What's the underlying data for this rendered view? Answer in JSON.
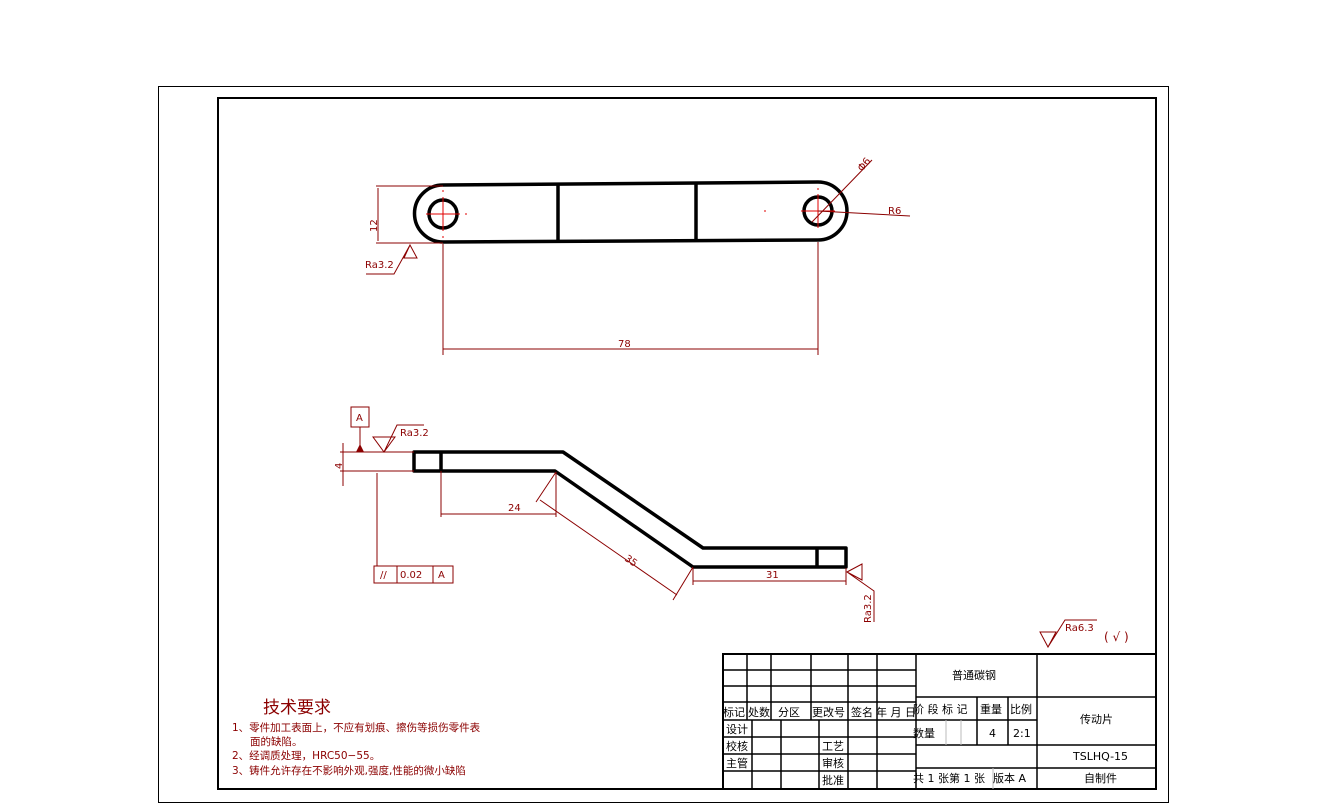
{
  "colors": {
    "dimension": "#8b0000",
    "centerline": "#e00000",
    "outline": "#000000"
  },
  "top_view": {
    "dim_width": "12",
    "dim_length": "78",
    "dim_hole": "Φ6",
    "dim_radius": "R6",
    "roughness": "Ra3.2"
  },
  "side_view": {
    "datum": "A",
    "roughness_top": "Ra3.2",
    "dim_thickness": "4",
    "dim_flat_left": "24",
    "dim_slope": "35",
    "dim_flat_right": "31",
    "roughness_right": "Ra3.2",
    "tolerance": {
      "symbol": "//",
      "value": "0.02",
      "datum": "A"
    }
  },
  "general_roughness": {
    "value": "Ra6.3",
    "note": "( √ )"
  },
  "tech_requirements": {
    "title": "技术要求",
    "lines": [
      "1、零件加工表面上，不应有划痕、擦伤等损伤零件表",
      "面的缺陷。",
      "2、经调质处理，HRC50−55。",
      "3、铸件允许存在不影响外观,强度,性能的微小缺陷"
    ]
  },
  "title_block": {
    "headers": [
      "标记",
      "处数",
      "分区",
      "更改号",
      "签名",
      "年 月 日"
    ],
    "roles": [
      "设计",
      "校核",
      "主管"
    ],
    "process": "工艺",
    "review": "审核",
    "approve": "批准",
    "material": "普通碳钢",
    "stage_header": "阶 段 标 记",
    "weight_header": "重量",
    "scale_header": "比例",
    "quantity_label": "数量",
    "quantity": "4",
    "scale": "2:1",
    "sheets": "共 1 张第 1 张",
    "version": "版本 A",
    "part_name": "传动片",
    "drawing_number": "TSLHQ-15",
    "source": "自制件"
  }
}
